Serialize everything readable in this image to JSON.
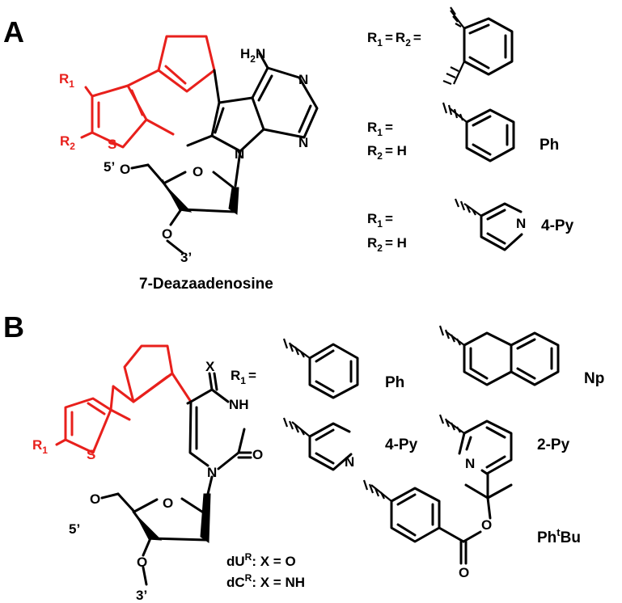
{
  "panels": {
    "a": {
      "letter": "A"
    },
    "b": {
      "letter": "B"
    }
  },
  "colors": {
    "highlight": "#e8201c",
    "bond": "#000000"
  },
  "panel_a": {
    "atoms": {
      "r1": "R",
      "r1_sub": "1",
      "r2": "R",
      "r2_sub": "2",
      "s": "S",
      "nh2_h": "H",
      "nh2_2": "2",
      "nh2_n": "N",
      "n_top": "N",
      "n_ring": "N",
      "n_glyco": "N",
      "o_sugar": "O",
      "o5": "O",
      "o3": "O",
      "pos5": "5’",
      "pos3": "3’"
    },
    "caption": "7-Deazaadenosine",
    "substituents": {
      "row1": {
        "r1": "R",
        "r1_sub": "1",
        "eq": "=",
        "r2": "R",
        "r2_sub": "2",
        "eq2": "="
      },
      "row2": {
        "r1": "R",
        "r1_sub": "1",
        "eq": "=",
        "r2": "R",
        "r2_sub": "2",
        "eq2": "= H",
        "name": "Ph"
      },
      "row3": {
        "r1": "R",
        "r1_sub": "1",
        "eq": "=",
        "r2": "R",
        "r2_sub": "2",
        "eq2": "= H",
        "name": "4-Py",
        "n": "N"
      }
    }
  },
  "panel_b": {
    "atoms": {
      "r1": "R",
      "r1_sub": "1",
      "s": "S",
      "x": "X",
      "nh": "NH",
      "o_carbonyl": "O",
      "n_glyco": "N",
      "o_sugar": "O",
      "o5": "O",
      "o3": "O",
      "pos5": "5’",
      "pos3": "3’"
    },
    "legend": {
      "du_base": "dU",
      "du_sup": "R",
      "du_rest": ": X = O",
      "dc_base": "dC",
      "dc_sup": "R",
      "dc_rest": ": X = NH"
    },
    "r1_label": {
      "r": "R",
      "sub": "1",
      "eq": "="
    },
    "substituent_names": {
      "ph": "Ph",
      "np": "Np",
      "py4": "4-Py",
      "py2": "2-Py",
      "phtbu_a": "Ph",
      "phtbu_sup": "t",
      "phtbu_b": "Bu"
    },
    "ring_atoms": {
      "py4_n": "N",
      "py2_n": "N",
      "ester_o_ring": "O",
      "ester_o_carbonyl": "O"
    }
  }
}
